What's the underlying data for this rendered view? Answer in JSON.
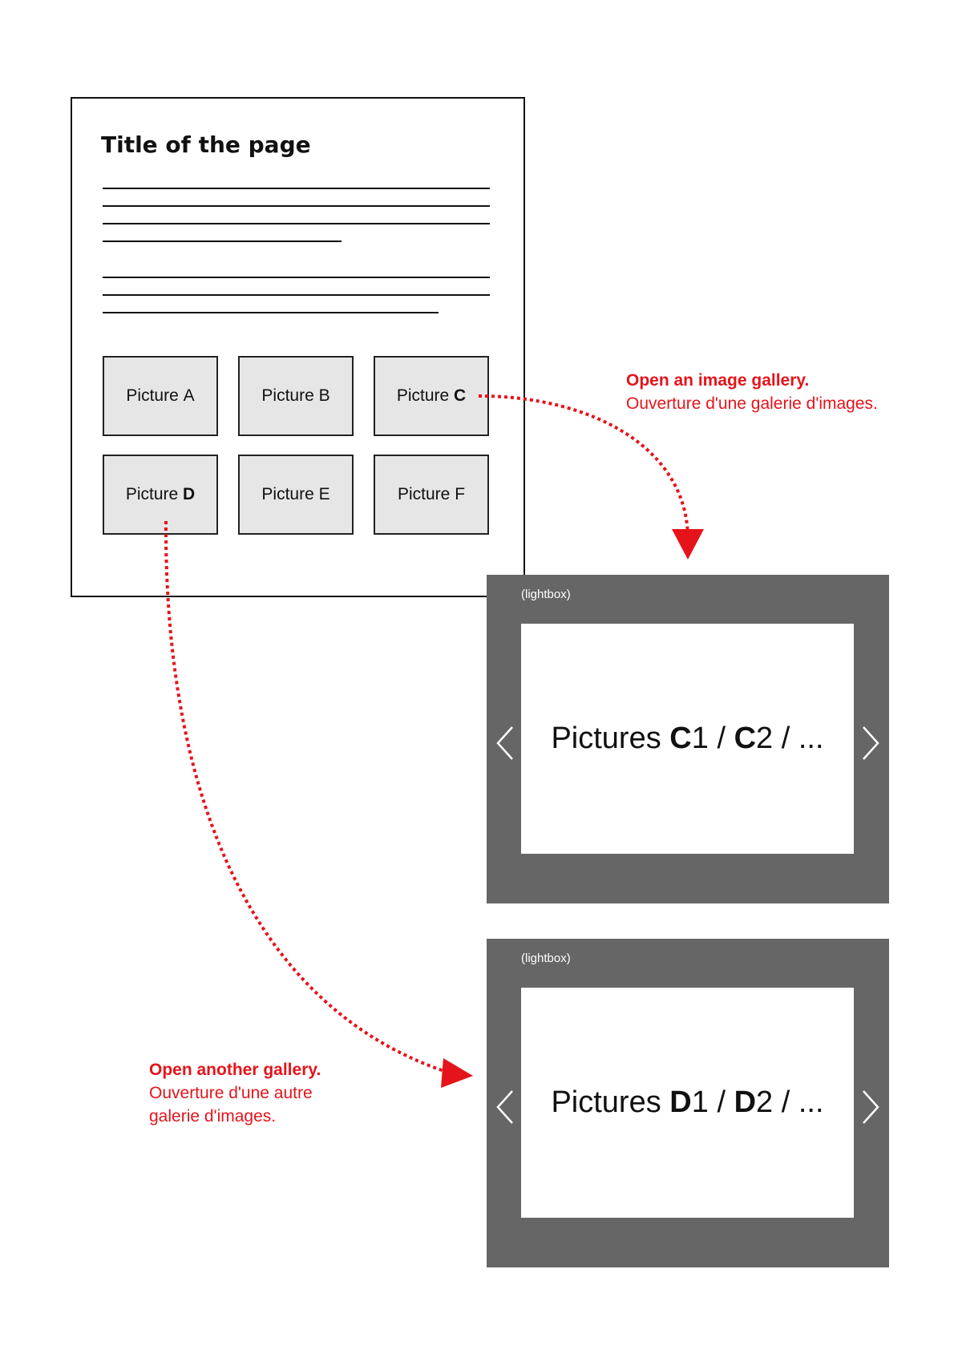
{
  "page": {
    "title": "Title of the page",
    "pictures": [
      {
        "prefix": "Picture",
        "letter": "A",
        "bold": false
      },
      {
        "prefix": "Picture",
        "letter": "B",
        "bold": false
      },
      {
        "prefix": "Picture",
        "letter": "C",
        "bold": true
      },
      {
        "prefix": "Picture",
        "letter": "D",
        "bold": true
      },
      {
        "prefix": "Picture",
        "letter": "E",
        "bold": false
      },
      {
        "prefix": "Picture",
        "letter": "F",
        "bold": false
      }
    ]
  },
  "lightbox_c": {
    "tag": "(lightbox)",
    "word": "Pictures",
    "first": "C",
    "first_num": "1",
    "sep": "/",
    "second": "C",
    "second_num": "2",
    "tail": "/ ..."
  },
  "lightbox_d": {
    "tag": "(lightbox)",
    "word": "Pictures",
    "first": "D",
    "first_num": "1",
    "sep": "/",
    "second": "D",
    "second_num": "2",
    "tail": "/ ..."
  },
  "notes": {
    "gallery_c": {
      "title": "Open an image gallery.",
      "subtitle": "Ouverture d'une galerie d'images."
    },
    "gallery_d": {
      "title": "Open another gallery.",
      "line1": "Ouverture d'une autre",
      "line2": "galerie d'images."
    }
  },
  "colors": {
    "accent": "#e5141b",
    "lightbox_bg": "#666666",
    "thumb_bg": "#e6e6e6"
  }
}
